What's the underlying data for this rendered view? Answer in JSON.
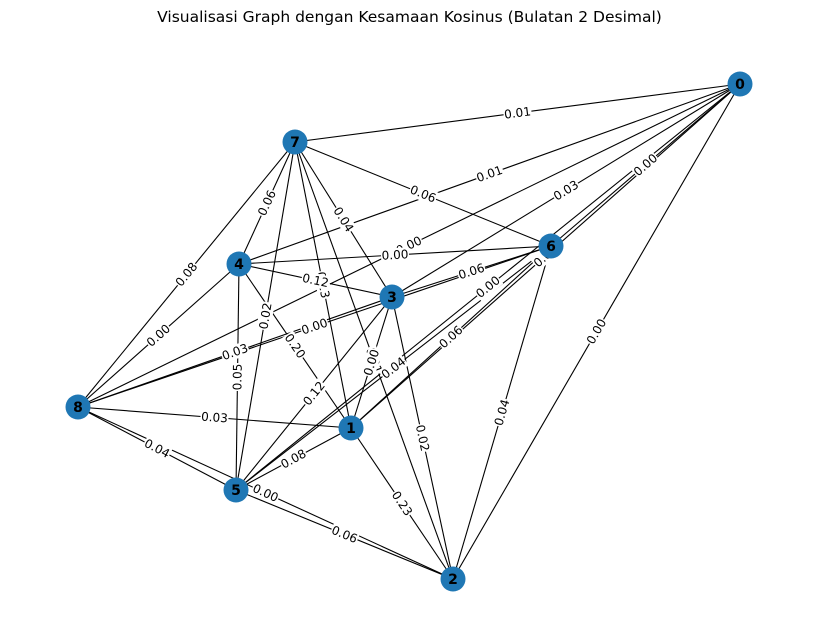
{
  "title": "Visualisasi Graph dengan Kesamaan Kosinus (Bulatan 2 Desimal)",
  "colors": {
    "node": "#1f77b4",
    "edge": "#000000",
    "background": "#ffffff"
  },
  "nodes": [
    {
      "id": "0",
      "label": "0"
    },
    {
      "id": "1",
      "label": "1"
    },
    {
      "id": "2",
      "label": "2"
    },
    {
      "id": "3",
      "label": "3"
    },
    {
      "id": "4",
      "label": "4"
    },
    {
      "id": "5",
      "label": "5"
    },
    {
      "id": "6",
      "label": "6"
    },
    {
      "id": "7",
      "label": "7"
    },
    {
      "id": "8",
      "label": "8"
    }
  ],
  "edges": [
    {
      "source": "0",
      "target": "7",
      "label": "0.01"
    },
    {
      "source": "0",
      "target": "4",
      "label": "0.01"
    },
    {
      "source": "0",
      "target": "3",
      "label": "0.03"
    },
    {
      "source": "0",
      "target": "5",
      "label": "0.00"
    },
    {
      "source": "0",
      "target": "1",
      "label": "0.00"
    },
    {
      "source": "0",
      "target": "2",
      "label": "0.00"
    },
    {
      "source": "0",
      "target": "8",
      "label": "0.00"
    },
    {
      "source": "0",
      "target": "6",
      "label": "0.00"
    },
    {
      "source": "7",
      "target": "6",
      "label": "0.06"
    },
    {
      "source": "7",
      "target": "4",
      "label": "0.06"
    },
    {
      "source": "7",
      "target": "8",
      "label": "0.08"
    },
    {
      "source": "7",
      "target": "3",
      "label": "0.04"
    },
    {
      "source": "7",
      "target": "5",
      "label": "0.02"
    },
    {
      "source": "7",
      "target": "1",
      "label": "0.13"
    },
    {
      "source": "7",
      "target": "2",
      "label": "0.01"
    },
    {
      "source": "7",
      "target": "9999",
      "label": ""
    },
    {
      "source": "4",
      "target": "6",
      "label": "0.00"
    },
    {
      "source": "4",
      "target": "3",
      "label": "0.12"
    },
    {
      "source": "4",
      "target": "1",
      "label": "0.20"
    },
    {
      "source": "4",
      "target": "5",
      "label": "0.05"
    },
    {
      "source": "4",
      "target": "8",
      "label": "0.00"
    },
    {
      "source": "6",
      "target": "3",
      "label": "0.06"
    },
    {
      "source": "6",
      "target": "5",
      "label": "0.04"
    },
    {
      "source": "6",
      "target": "2",
      "label": "0.04"
    },
    {
      "source": "6",
      "target": "8",
      "label": "0.00"
    },
    {
      "source": "6",
      "target": "1",
      "label": "0.06"
    },
    {
      "source": "3",
      "target": "8",
      "label": "0.03"
    },
    {
      "source": "3",
      "target": "5",
      "label": "0.12"
    },
    {
      "source": "3",
      "target": "1",
      "label": "0.00"
    },
    {
      "source": "3",
      "target": "2",
      "label": "0.02"
    },
    {
      "source": "8",
      "target": "1",
      "label": "0.03"
    },
    {
      "source": "8",
      "target": "5",
      "label": "0.04"
    },
    {
      "source": "8",
      "target": "2",
      "label": "0.00"
    },
    {
      "source": "1",
      "target": "5",
      "label": "0.08"
    },
    {
      "source": "1",
      "target": "2",
      "label": "0.23"
    },
    {
      "source": "5",
      "target": "2",
      "label": "0.06"
    }
  ]
}
